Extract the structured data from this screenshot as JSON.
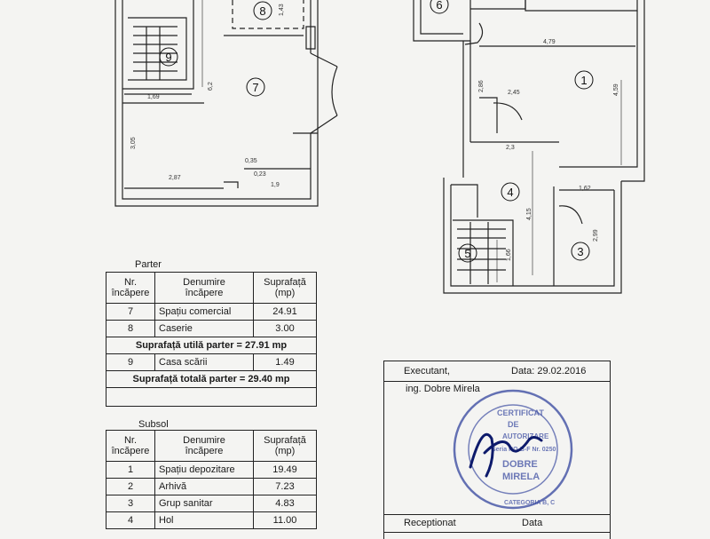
{
  "rooms": {
    "r1": "1",
    "r3": "3",
    "r4": "4",
    "r5": "5",
    "r6": "6",
    "r7": "7",
    "r8": "8",
    "r9": "9"
  },
  "dimensions": {
    "d143": "1,43",
    "d62": "6,2",
    "d169": "1,69",
    "d305": "3,05",
    "d287": "2,87",
    "d035": "0,35",
    "d023": "0,23",
    "d19": "1,9",
    "d479": "4,79",
    "d286": "2,86",
    "d245": "2,45",
    "d459": "4,59",
    "d23": "2,3",
    "d162": "1,62",
    "d415": "4,15",
    "d299": "2,99",
    "d166": "1,66"
  },
  "parter": {
    "title": "Parter",
    "header": {
      "nr": "Nr.\nîncăpere",
      "name": "Denumire\nîncăpere",
      "area": "Suprafață\n(mp)"
    },
    "rows": [
      {
        "nr": "7",
        "name": "Spațiu comercial",
        "area": "24.91"
      },
      {
        "nr": "8",
        "name": "Caserie",
        "area": "3.00"
      }
    ],
    "util": "Suprafață utilă parter = 27.91 mp",
    "rows2": [
      {
        "nr": "9",
        "name": "Casa scării",
        "area": "1.49"
      }
    ],
    "total": "Suprafață totală parter = 29.40 mp"
  },
  "subsol": {
    "title": "Subsol",
    "header": {
      "nr": "Nr.\nîncăpere",
      "name": "Denumire\nîncăpere",
      "area": "Suprafață\n(mp)"
    },
    "rows": [
      {
        "nr": "1",
        "name": "Spațiu depozitare",
        "area": "19.49"
      },
      {
        "nr": "2",
        "name": "Arhivă",
        "area": "7.23"
      },
      {
        "nr": "3",
        "name": "Grup sanitar",
        "area": "4.83"
      },
      {
        "nr": "4",
        "name": "Hol",
        "area": "11.00"
      }
    ]
  },
  "signature": {
    "executant": "Executant,",
    "date": "Data: 29.02.2016",
    "engineer": "ing. Dobre Mirela",
    "receptionat": "Receptionat",
    "data_label": "Data"
  },
  "stamp": {
    "text": "CERTIFICAT DE AUTORIZARE Seria RO-B-F Nr. 0250 DOBRE MIRELA CATEGORIA B, C"
  }
}
